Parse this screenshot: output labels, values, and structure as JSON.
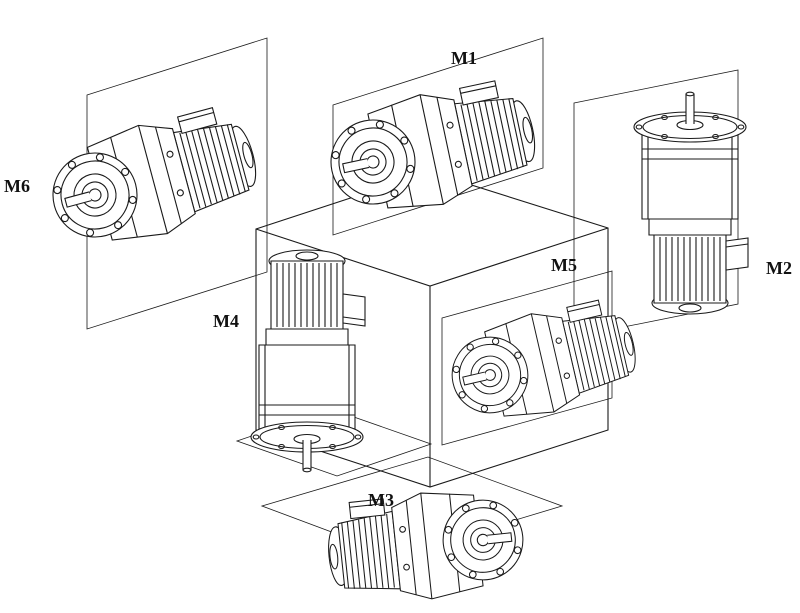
{
  "diagram": {
    "subject": "gearmotor-mounting-positions",
    "background_color": "#ffffff",
    "line_color": "#1a1a1a",
    "labels": [
      {
        "text": "M1"
      },
      {
        "text": "M2"
      },
      {
        "text": "M3"
      },
      {
        "text": "M4"
      },
      {
        "text": "M5"
      },
      {
        "text": "M6"
      }
    ]
  }
}
